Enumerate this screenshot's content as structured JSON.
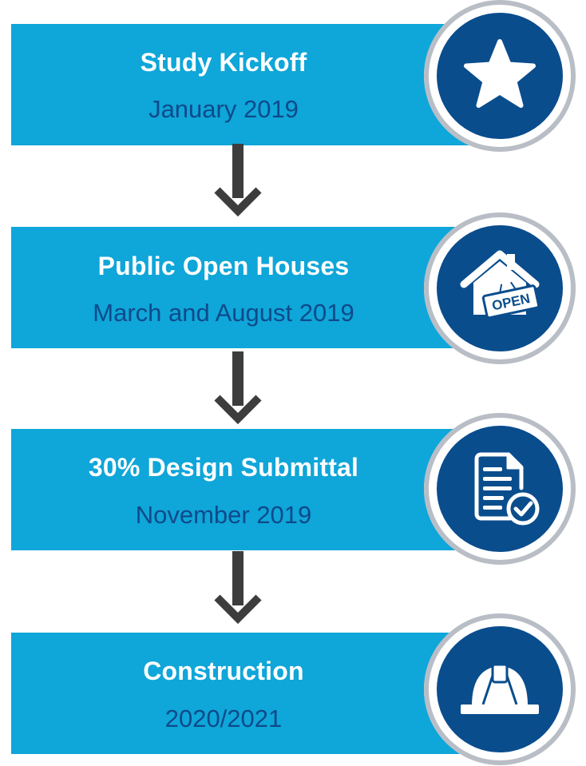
{
  "steps": [
    {
      "title": "Study Kickoff",
      "date": "January 2019",
      "icon": "star-icon"
    },
    {
      "title": "Public Open Houses",
      "date": "March and August 2019",
      "icon": "open-house-icon",
      "icon_text": "OPEN"
    },
    {
      "title": "30% Design Submittal",
      "date": "November 2019",
      "icon": "document-check-icon"
    },
    {
      "title": "Construction",
      "date": "2020/2021",
      "icon": "hard-hat-icon"
    }
  ],
  "colors": {
    "box": "#0fa6d9",
    "title_text": "#ffffff",
    "date_text": "#0e4a8a",
    "badge_fill": "#0a4d8d",
    "badge_ring": "#b9bec6",
    "arrow": "#3d3d3d"
  }
}
